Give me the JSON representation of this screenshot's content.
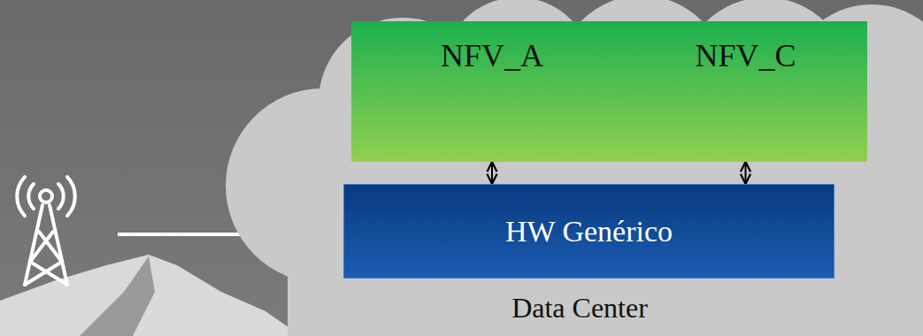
{
  "diagram": {
    "nodes": [
      {
        "text": [
          "Data Center"
        ]
      },
      {
        "text": [
          "NFV_A"
        ],
        "in": 0
      },
      {
        "text": [
          "NFV_C"
        ],
        "in": 0
      },
      {
        "text": [
          "HW Genérico"
        ],
        "in": 0
      }
    ],
    "edges": [
      {
        "from": 1,
        "to": 3,
        "arrow": "both"
      },
      {
        "from": 2,
        "to": 3,
        "arrow": "both"
      }
    ]
  }
}
